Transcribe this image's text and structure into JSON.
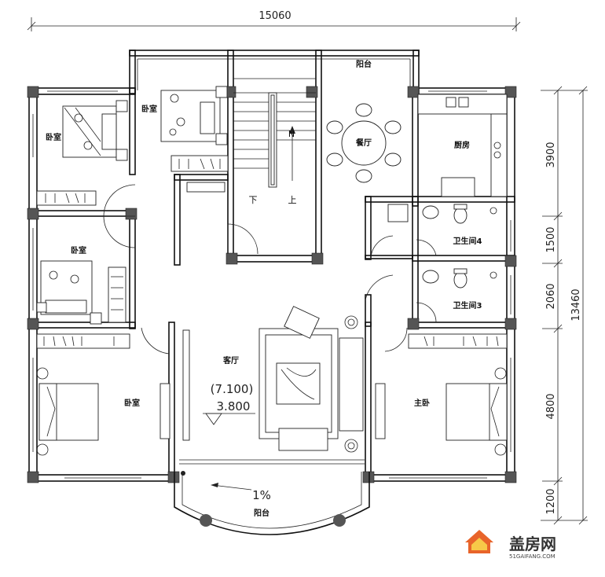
{
  "dimensions": {
    "overall_width": "15060",
    "overall_depth": "13460",
    "seg_1": "3900",
    "seg_2": "1500",
    "seg_3": "2060",
    "seg_4": "4800",
    "seg_5": "1200"
  },
  "rooms": {
    "balcony_top": "阳台",
    "bedroom_tl": "卧室",
    "bedroom_tc": "卧室",
    "dining": "餐厅",
    "kitchen": "厨房",
    "bedroom_ml": "卧室",
    "bath_4": "卫生间4",
    "bath_3": "卫生间3",
    "living": "客厅",
    "bedroom_bl": "卧室",
    "master": "主卧",
    "balcony_bottom": "阳台"
  },
  "stairs": {
    "down": "下",
    "up": "上"
  },
  "elevation": {
    "upper": "(7.100)",
    "lower": "3.800"
  },
  "slope": "1%",
  "logo": {
    "name": "盖房网",
    "url_text": "51GAIFANG.COM",
    "brand_color": "#e8642a"
  }
}
